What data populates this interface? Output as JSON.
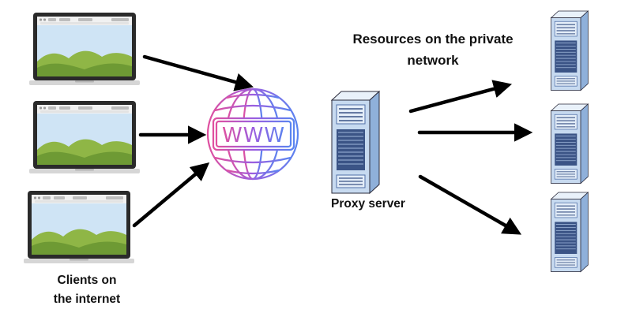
{
  "labels": {
    "clients_line1": "Clients on",
    "clients_line2": "the internet",
    "proxy": "Proxy server",
    "resources_line1": "Resources on the private",
    "resources_line2": "network"
  },
  "globe_text": "WWW",
  "icons": {
    "client": "laptop-icon",
    "internet": "globe-icon",
    "proxy": "server-tower-icon",
    "resource": "server-tower-icon"
  },
  "colors": {
    "arrow": "#000000",
    "laptop_frame": "#2a2a2a",
    "laptop_base": "#d6d6d6",
    "screen_sky": "#cfe4f5",
    "hills_dark": "#6e9a34",
    "hills_light": "#8fb646",
    "browser_bar": "#e3e3e3",
    "globe_gradient": [
      "#e0509f",
      "#9a5ee0",
      "#5a84f0"
    ],
    "server_front": "#c7daf0",
    "server_side": "#8fb0da",
    "server_dark": "#3b5486",
    "server_outline": "#2a2a3a"
  }
}
